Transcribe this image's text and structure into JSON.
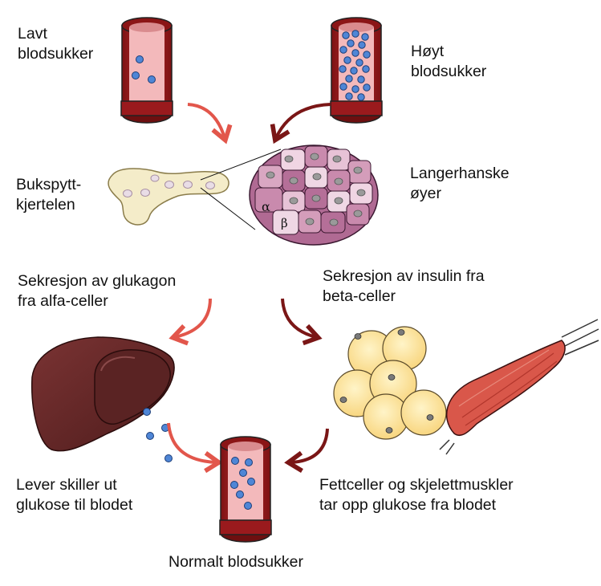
{
  "labels": {
    "low_sugar": [
      "Lavt",
      "blodsukker"
    ],
    "high_sugar": [
      "Høyt",
      "blodsukker"
    ],
    "pancreas": [
      "Bukspytt-",
      "kjertelen"
    ],
    "islets": [
      "Langerhanske",
      "øyer"
    ],
    "glucagon": [
      "Sekresjon av glukagon",
      "fra alfa-celler"
    ],
    "insulin": [
      "Sekresjon av insulin fra",
      "beta-celler"
    ],
    "liver": [
      "Lever skiller ut",
      "glukose til blodet"
    ],
    "uptake": [
      "Fettceller og skjelettmuskler",
      "tar opp glukose fra blodet"
    ],
    "normal": "Normalt blodsukker",
    "alpha": "α",
    "beta": "β"
  },
  "colors": {
    "vessel_dark": "#8b1516",
    "vessel_mid": "#b4232a",
    "vessel_inner": "#f3b9bb",
    "glucose": "#4f86d6",
    "arrow_light": "#e2564b",
    "arrow_dark": "#7a1616",
    "pancreas": "#f4ecc9",
    "islet": "#c589ad",
    "liver": "#6a2a2a",
    "fat_cell": "#fde5a0",
    "muscle": "#d9574a"
  },
  "icons": [
    "blood-vessel-icon",
    "pancreas-icon",
    "islet-icon",
    "liver-icon",
    "fat-cells-icon",
    "muscle-icon",
    "glucose-molecule-icon"
  ]
}
